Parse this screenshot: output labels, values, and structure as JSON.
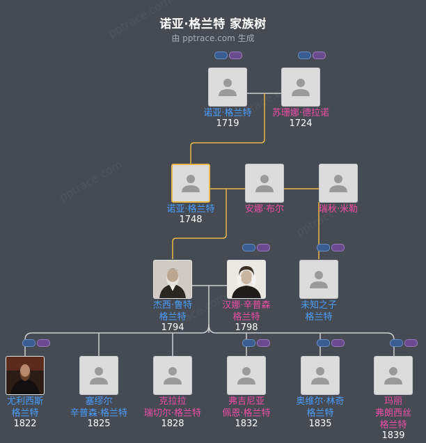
{
  "title": "诺亚·格兰特 家族树",
  "subtitle": "由 pptrace.com 生成",
  "watermark": "pptrace.com",
  "colors": {
    "male": "#4a9eff",
    "female": "#f04fa6",
    "selected_border": "#e9b84a",
    "line": "#e9b84a"
  },
  "people": {
    "p1": {
      "name": [
        "诺亚·格兰特"
      ],
      "year": "1719"
    },
    "p2": {
      "name": [
        "苏珊娜·德拉诺"
      ],
      "year": "1724"
    },
    "p3": {
      "name": [
        "诺亚·格兰特"
      ],
      "year": "1748"
    },
    "p4": {
      "name": [
        "安娜·布尔"
      ],
      "year": ""
    },
    "p5": {
      "name": [
        "瑞秋·米勒"
      ],
      "year": ""
    },
    "p6": {
      "name": [
        "杰西·鲁特",
        "格兰特"
      ],
      "year": "1794"
    },
    "p7": {
      "name": [
        "汉娜·辛普森",
        "格兰特"
      ],
      "year": "1798"
    },
    "p8": {
      "name": [
        "未知之子",
        "格兰特"
      ],
      "year": ""
    },
    "p9": {
      "name": [
        "尤利西斯",
        "格兰特"
      ],
      "year": "1822"
    },
    "p10": {
      "name": [
        "塞缪尔",
        "辛普森·格兰特"
      ],
      "year": "1825"
    },
    "p11": {
      "name": [
        "克拉拉",
        "瑞切尔·格兰特"
      ],
      "year": "1828"
    },
    "p12": {
      "name": [
        "弗吉尼亚",
        "佩恩·格兰特"
      ],
      "year": "1832"
    },
    "p13": {
      "name": [
        "奥维尔·林奇",
        "格兰特"
      ],
      "year": "1835"
    },
    "p14": {
      "name": [
        "玛丽",
        "弗朗西丝",
        "格兰特"
      ],
      "year": "1839"
    }
  },
  "icons": {
    "placeholder": "person-silhouette-icon",
    "expand_parents": "expand-parents-icon",
    "expand_spouse": "expand-spouse-icon"
  }
}
